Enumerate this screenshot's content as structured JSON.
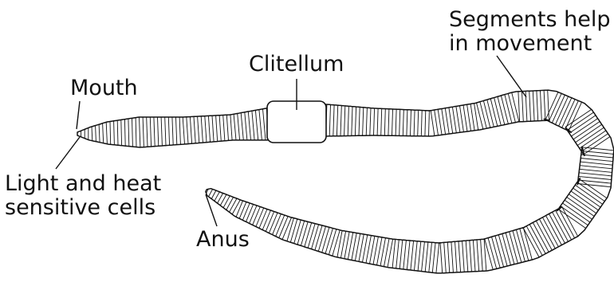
{
  "diagram": {
    "labels": {
      "mouth": "Mouth",
      "clitellum": "Clitellum",
      "segments_line1": "Segments help",
      "segments_line2": "in movement",
      "light_line1": "Light and heat",
      "light_line2": "sensitive cells",
      "anus": "Anus"
    },
    "colors": {
      "outline": "#111111",
      "fill": "#ffffff"
    }
  }
}
